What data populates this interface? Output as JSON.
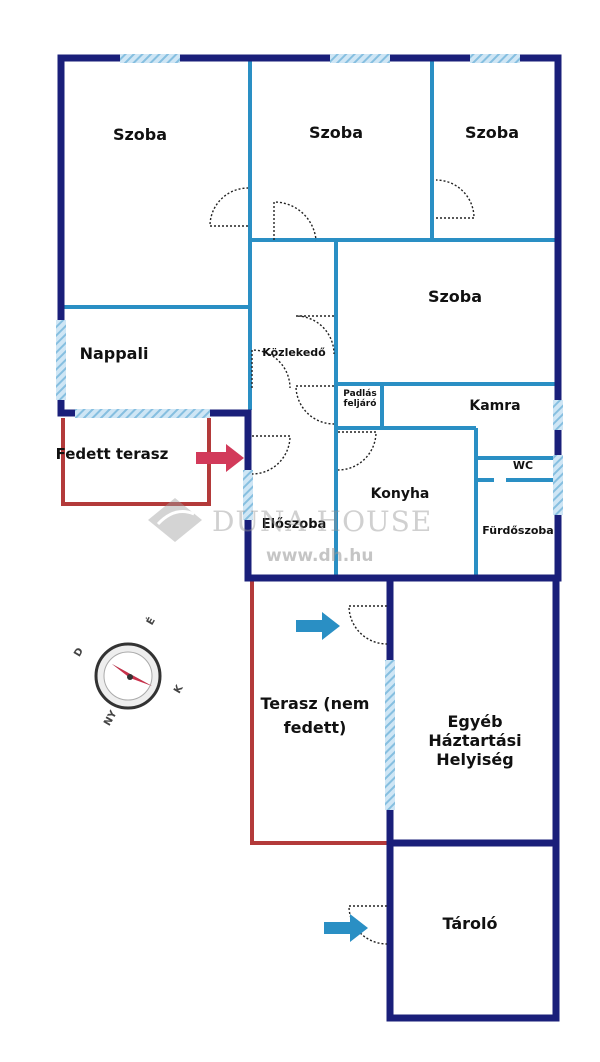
{
  "rooms": {
    "szoba1": "Szoba",
    "szoba2": "Szoba",
    "szoba3": "Szoba",
    "szoba4": "Szoba",
    "nappali": "Nappali",
    "kozlekedo": "Közlekedő",
    "padlas": "Padlás feljáró",
    "kamra": "Kamra",
    "fedett_terasz": "Fedett terasz",
    "wc": "WC",
    "konyha": "Konyha",
    "eloszoba": "Előszoba",
    "furdoszoba": "Fürdőszoba",
    "terasz": "Terasz (nem fedett)",
    "egyeb": "Egyéb Háztartási Helyiség",
    "tarolo": "Tároló"
  },
  "watermark": {
    "brand": "DUNA HOUSE",
    "url": "www.dh.hu"
  },
  "compass": {
    "letters": [
      "É",
      "K",
      "D",
      "NY"
    ]
  },
  "colors": {
    "outer_wall": "#1a1f7a",
    "inner_wall": "#2a8fc4",
    "terrace_outline": "#b33a3a",
    "entry_arrow": "#d23a5a",
    "blue_arrow": "#2a8fc4"
  }
}
